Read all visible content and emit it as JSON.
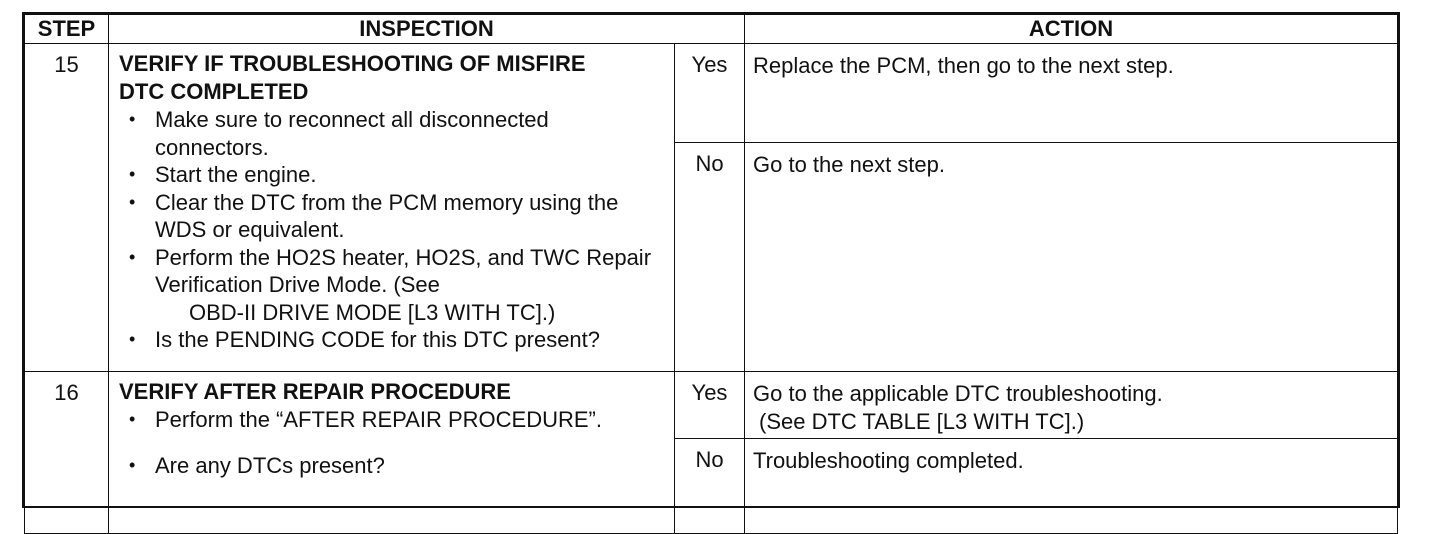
{
  "header": {
    "step": "STEP",
    "inspection": "INSPECTION",
    "action": "ACTION"
  },
  "step15": {
    "number": "15",
    "title_line1": "VERIFY IF TROUBLESHOOTING OF MISFIRE",
    "title_line2": "DTC COMPLETED",
    "bullets": [
      "Make sure to reconnect all disconnected connectors.",
      "Start the engine.",
      "Clear the DTC from the PCM memory using the WDS or equivalent.",
      "Perform the HO2S heater, HO2S, and TWC Repair Verification Drive Mode. (See",
      "Is the PENDING CODE for this DTC present?"
    ],
    "bullet4_ref": "OBD-II DRIVE MODE [L3 WITH TC].)",
    "yes": "Yes",
    "yes_action": "Replace the PCM, then go to the next step.",
    "no": "No",
    "no_action": "Go to the next step."
  },
  "step16": {
    "number": "16",
    "title": "VERIFY AFTER REPAIR PROCEDURE",
    "bullets": [
      "Perform the “AFTER REPAIR PROCEDURE”.",
      "Are any DTCs present?"
    ],
    "yes": "Yes",
    "yes_action_line1": "Go to the applicable DTC troubleshooting.",
    "yes_action_line2": "(See DTC TABLE [L3 WITH TC].)",
    "no": "No",
    "no_action": "Troubleshooting completed."
  },
  "bullet_glyph": "•"
}
